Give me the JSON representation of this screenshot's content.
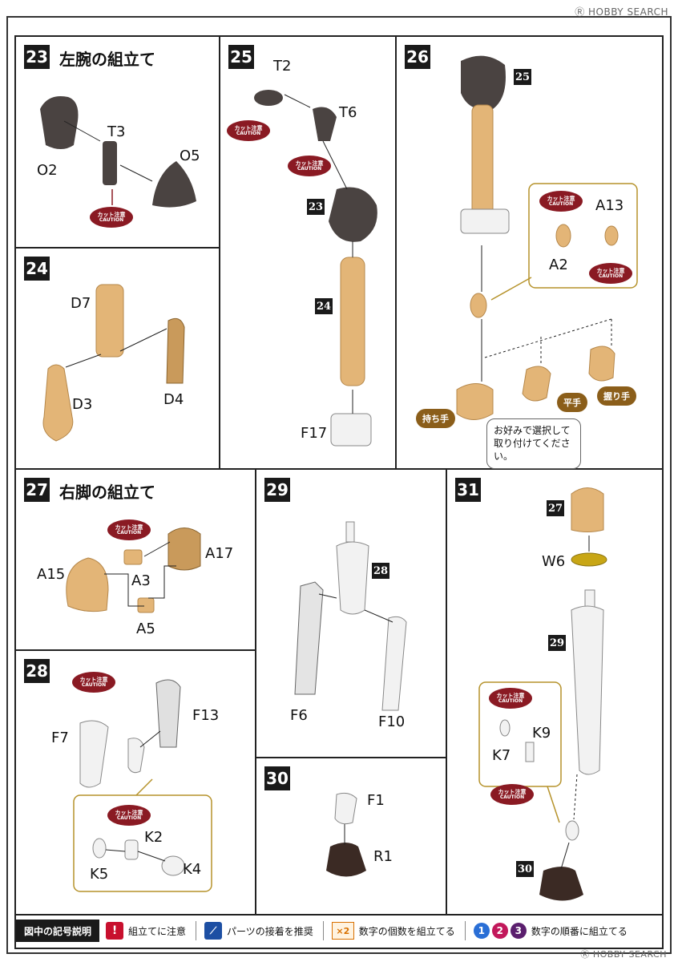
{
  "watermark": {
    "top": "Ⓡ HOBBY SEARCH",
    "bottom": "Ⓡ HOBBY SEARCH"
  },
  "caution": {
    "jp": "カット注意",
    "en": "CAUTION"
  },
  "steps": {
    "s23": {
      "num": "23",
      "title": "左腕の組立て",
      "parts": [
        "O2",
        "T3",
        "O5"
      ]
    },
    "s24": {
      "num": "24",
      "parts": [
        "D7",
        "D3",
        "D4"
      ]
    },
    "s25": {
      "num": "25",
      "parts": [
        "T2",
        "T6",
        "F17"
      ],
      "refs": [
        "23",
        "24"
      ]
    },
    "s26": {
      "num": "26",
      "parts": [
        "A13",
        "A2"
      ],
      "refs": [
        "25"
      ],
      "hands": [
        "持ち手",
        "平手",
        "握り手"
      ],
      "note": [
        "お好みで選択して",
        "取り付けてください。"
      ]
    },
    "s27": {
      "num": "27",
      "title": "右脚の組立て",
      "parts": [
        "A15",
        "A3",
        "A17",
        "A5"
      ]
    },
    "s28": {
      "num": "28",
      "parts": [
        "F7",
        "F13",
        "K2",
        "K5",
        "K4"
      ]
    },
    "s29": {
      "num": "29",
      "parts": [
        "F6",
        "F10"
      ],
      "refs": [
        "28"
      ]
    },
    "s30": {
      "num": "30",
      "parts": [
        "F1",
        "R1"
      ]
    },
    "s31": {
      "num": "31",
      "parts": [
        "W6",
        "K9",
        "K7"
      ],
      "refs": [
        "27",
        "29",
        "30"
      ]
    }
  },
  "legend": {
    "title": "図中の記号説明",
    "items": [
      {
        "icon": "!",
        "label": "組立てに注意"
      },
      {
        "icon": "glue",
        "label": "パーツの接着を推奨"
      },
      {
        "icon": "×2",
        "label": "数字の個数を組立てる"
      },
      {
        "icon": "123",
        "label": "数字の順番に組立てる"
      }
    ],
    "circles": [
      "1",
      "2",
      "3"
    ],
    "colors": {
      "warn": "#c8102e",
      "glue": "#1d4fa3",
      "multi": "#d87000",
      "c1": "#2a6fd6",
      "c2": "#c2185b",
      "c3": "#5b1f6e"
    }
  },
  "colors": {
    "skin": "#e3b577",
    "dark": "#4a4341",
    "white": "#f2f2f2",
    "shoe": "#3b2a24",
    "yellow": "#c8a615",
    "caution": "#8a1a23",
    "pill": "#8b5e1a"
  }
}
